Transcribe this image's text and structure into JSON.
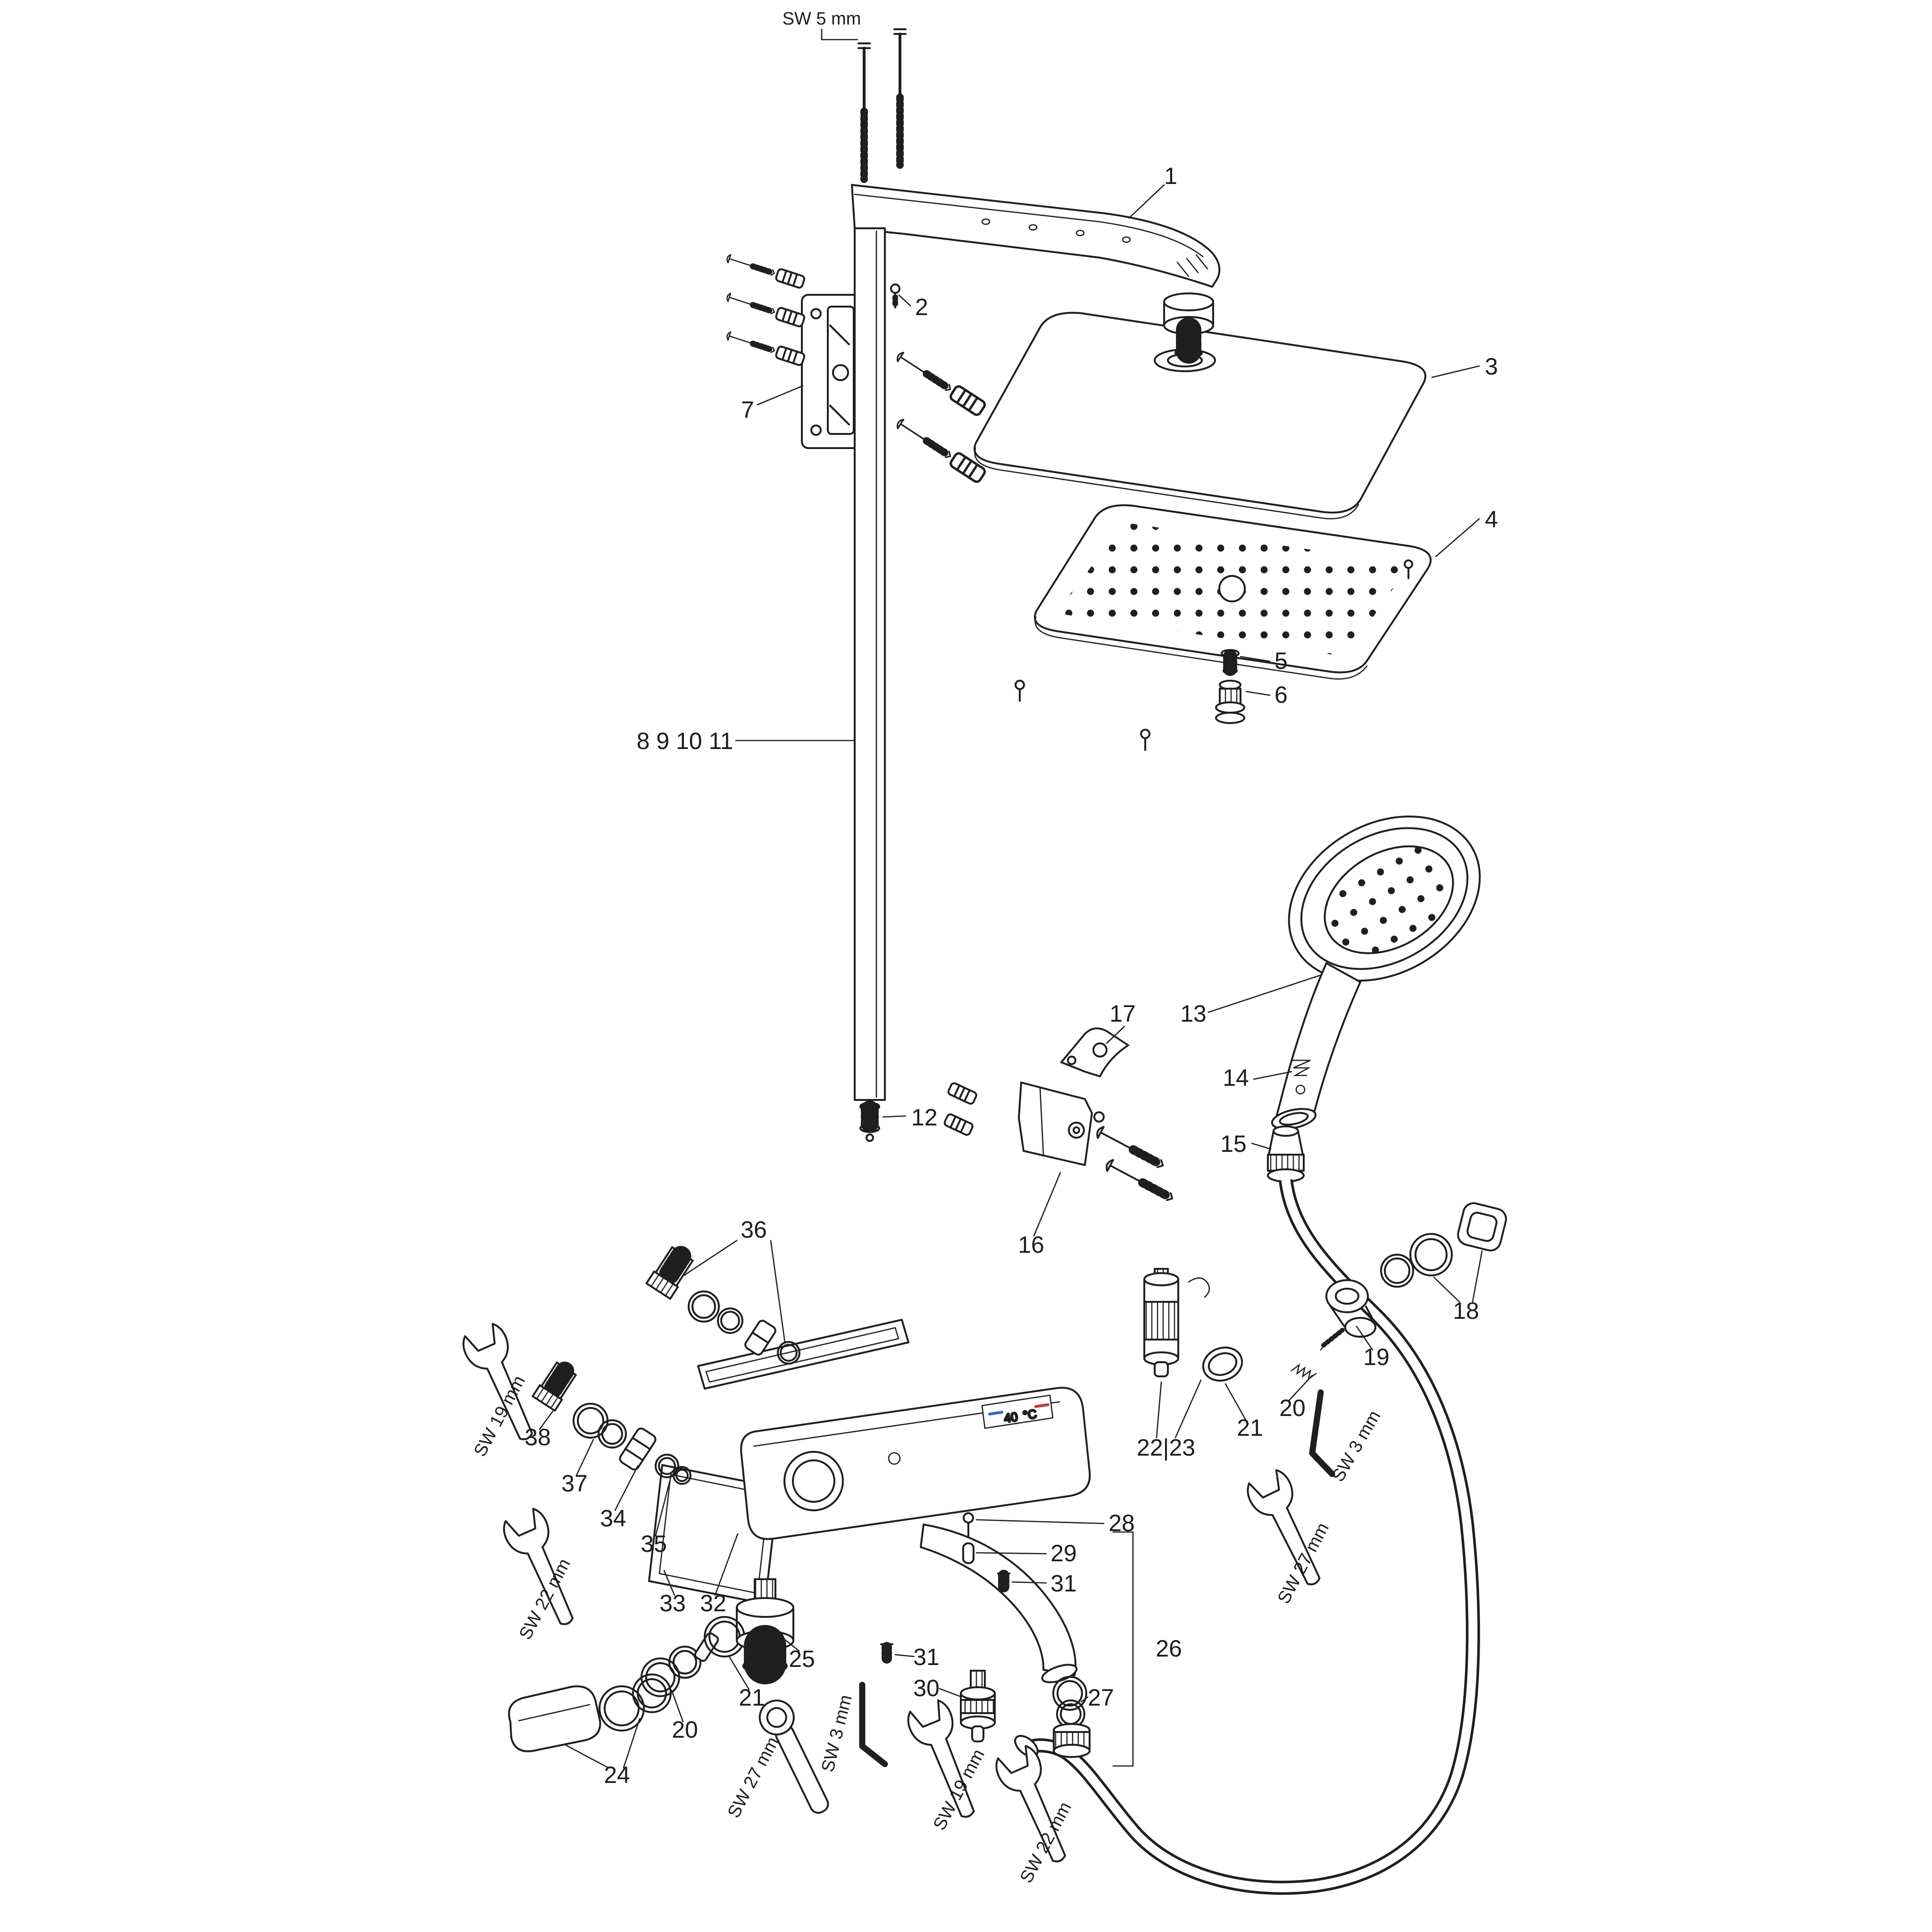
{
  "figure": {
    "kind": "exploded-parts-diagram",
    "subject": "Shower system: overhead shower with arm, shower column, hand shower, hose, holder and bath/shower thermostat mixer"
  },
  "colors": {
    "line": "#1f1f1f",
    "background": "#ffffff",
    "cold_mark": "#3a66c0",
    "hot_mark": "#c03a3a"
  },
  "tool_labels": {
    "sw3": "SW 3 mm",
    "sw5": "SW 5 mm",
    "sw19": "SW 19 mm",
    "sw22": "SW 22 mm",
    "sw27": "SW 27 mm"
  },
  "callouts": {
    "c1": "1",
    "c2": "2",
    "c3": "3",
    "c4": "4",
    "c5": "5",
    "c6": "6",
    "c7": "7",
    "c8_11": "8 9 10 11",
    "c12": "12",
    "c13": "13",
    "c14": "14",
    "c15": "15",
    "c16": "16",
    "c17": "17",
    "c18": "18",
    "c19": "19",
    "c20": "20",
    "c21": "21",
    "c22_23": "22|23",
    "c24": "24",
    "c25": "25",
    "c26": "26",
    "c27": "27",
    "c28": "28",
    "c29": "29",
    "c30": "30",
    "c31": "31",
    "c32": "32",
    "c33": "33",
    "c34": "34",
    "c35": "35",
    "c36": "36",
    "c37": "37",
    "c38": "38"
  },
  "mixer": {
    "temp": "40",
    "unit": "°C"
  }
}
